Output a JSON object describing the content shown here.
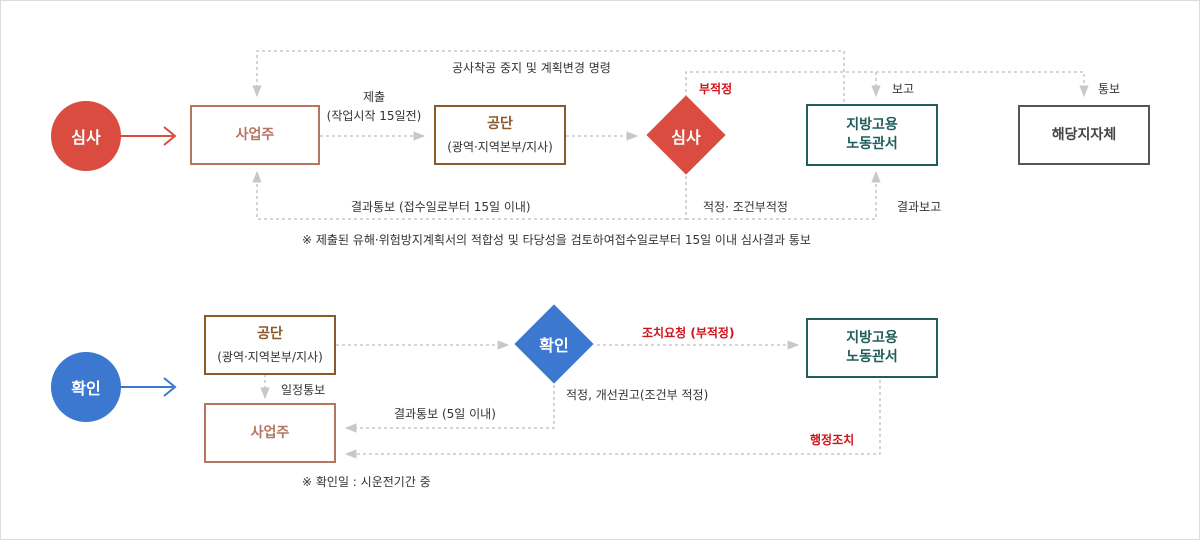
{
  "section1": {
    "badge": "심사",
    "employer": "사업주",
    "agency_title": "공단",
    "agency_sub": "(광역·지역본부/지사)",
    "review": "심사",
    "labor_office": [
      "지방고용",
      "노동관서"
    ],
    "local_gov": "해당지자체",
    "submit_label_1": "제출",
    "submit_label_2": "(작업시작 15일전)",
    "stop_order": "공사착공 중지 및 계획변경 명령",
    "unfit": "부적정",
    "report": "보고",
    "notify": "통보",
    "result_notice": "결과통보 (접수일로부터 15일 이내)",
    "fit": "적정· 조건부적정",
    "result_report": "결과보고",
    "note": "※ 제출된 유해·위험방지계획서의 적합성 및 타당성을 검토하여접수일로부터 15일 이내 심사결과 통보"
  },
  "section2": {
    "badge": "확인",
    "agency_title": "공단",
    "agency_sub": "(광역·지역본부/지사)",
    "confirm": "확인",
    "employer": "사업주",
    "labor_office": [
      "지방고용",
      "노동관서"
    ],
    "corrective": "조치요청 (부적정)",
    "schedule": "일정통보",
    "result_notice": "결과통보 (5일 이내)",
    "fit": "적정, 개선권고(조건부 적정)",
    "admin_action": "행정조치",
    "note": "※ 확인일 : 시운전기간 중"
  },
  "colors": {
    "review_red": "#d94c3f",
    "confirm_blue": "#3d78d0",
    "employer_border": "#b57560",
    "agency_border": "#8b5a2b",
    "labor_border": "#1f5e5a",
    "emphasis_red": "#d0141c"
  }
}
